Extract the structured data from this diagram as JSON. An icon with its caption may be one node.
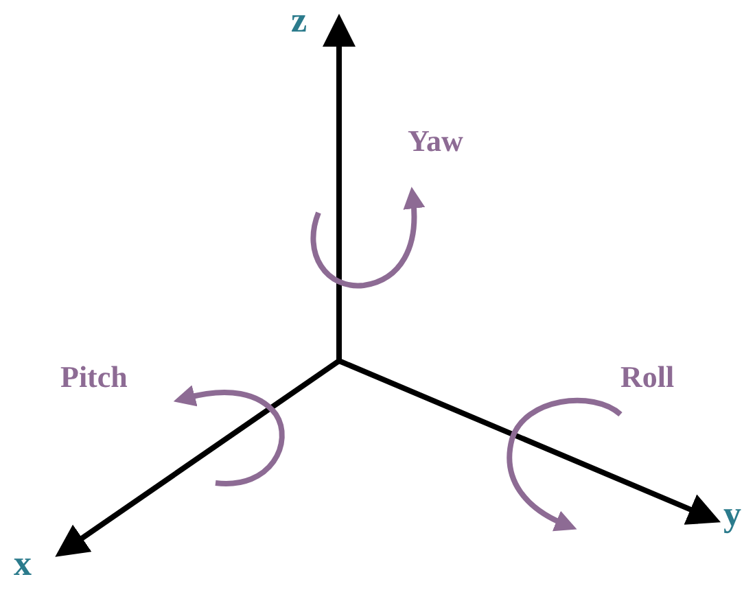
{
  "diagram": {
    "labels": [
      "z",
      "Yaw",
      "Pitch",
      "Roll",
      "y",
      "x"
    ]
  }
}
